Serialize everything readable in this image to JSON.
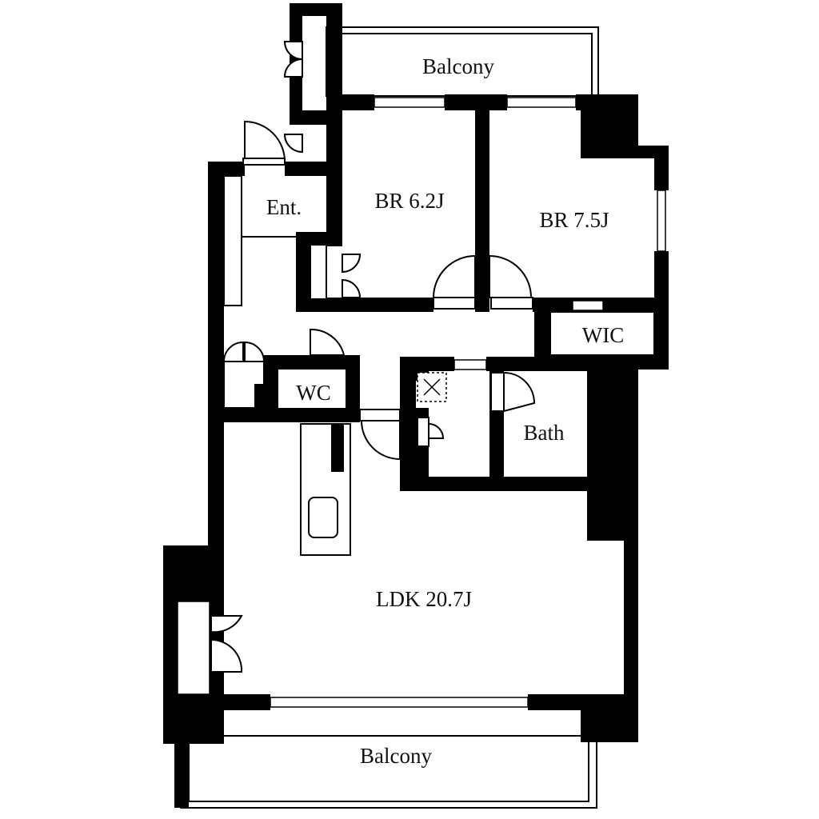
{
  "floorplan": {
    "rooms": [
      {
        "id": "balcony-top",
        "label": "Balcony"
      },
      {
        "id": "br-62",
        "label": "BR 6.2J"
      },
      {
        "id": "br-75",
        "label": "BR 7.5J"
      },
      {
        "id": "entrance",
        "label": "Ent."
      },
      {
        "id": "wic",
        "label": "WIC"
      },
      {
        "id": "wc",
        "label": "WC"
      },
      {
        "id": "bath",
        "label": "Bath"
      },
      {
        "id": "ldk",
        "label": "LDK 20.7J"
      },
      {
        "id": "balcony-bottom",
        "label": "Balcony"
      }
    ]
  }
}
